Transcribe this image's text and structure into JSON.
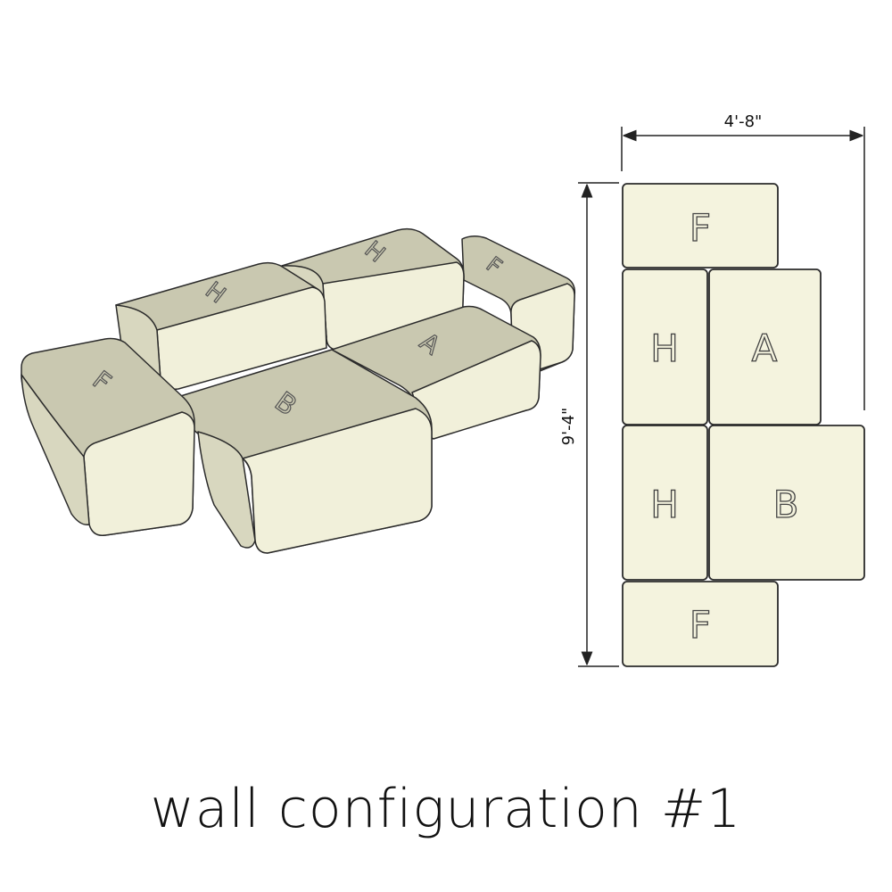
{
  "dimensions": {
    "width_label": "4'-8\"",
    "height_label": "9'-4\""
  },
  "plan_blocks": [
    {
      "id": "f-top",
      "letter": "F"
    },
    {
      "id": "h-upper",
      "letter": "H"
    },
    {
      "id": "a",
      "letter": "A"
    },
    {
      "id": "h-lower",
      "letter": "H"
    },
    {
      "id": "b",
      "letter": "B"
    },
    {
      "id": "f-bottom",
      "letter": "F"
    }
  ],
  "iso_blocks": [
    {
      "id": "f-back",
      "letter": "F"
    },
    {
      "id": "h-back-right",
      "letter": "H"
    },
    {
      "id": "h-back-left",
      "letter": "H"
    },
    {
      "id": "a",
      "letter": "A"
    },
    {
      "id": "b",
      "letter": "B"
    },
    {
      "id": "f-front",
      "letter": "F"
    }
  ],
  "caption": "wall configuration #1",
  "colors": {
    "block_face": "#f4f3de",
    "block_side": "#d8d7bf",
    "block_top": "#c9c8b0",
    "stroke": "#2b2b2b",
    "letter": "#444444"
  }
}
